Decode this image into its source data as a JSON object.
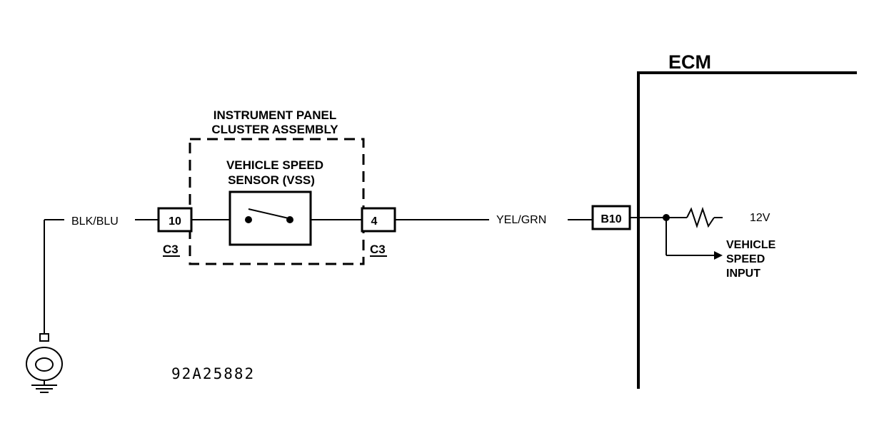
{
  "ecm": {
    "label": "ECM"
  },
  "cluster": {
    "title_line1": "INSTRUMENT PANEL",
    "title_line2": "CLUSTER ASSEMBLY",
    "sensor_line1": "VEHICLE SPEED",
    "sensor_line2": "SENSOR (VSS)"
  },
  "wires": {
    "left": "BLK/BLU",
    "right": "YEL/GRN"
  },
  "connectors": {
    "pin_left": "10",
    "pin_right": "4",
    "ecm_pin": "B10",
    "ref_left": "C3",
    "ref_right": "C3"
  },
  "ecm_internal": {
    "voltage": "12V",
    "input_line1": "VEHICLE",
    "input_line2": "SPEED",
    "input_line3": "INPUT"
  },
  "figure_id": "92A25882"
}
